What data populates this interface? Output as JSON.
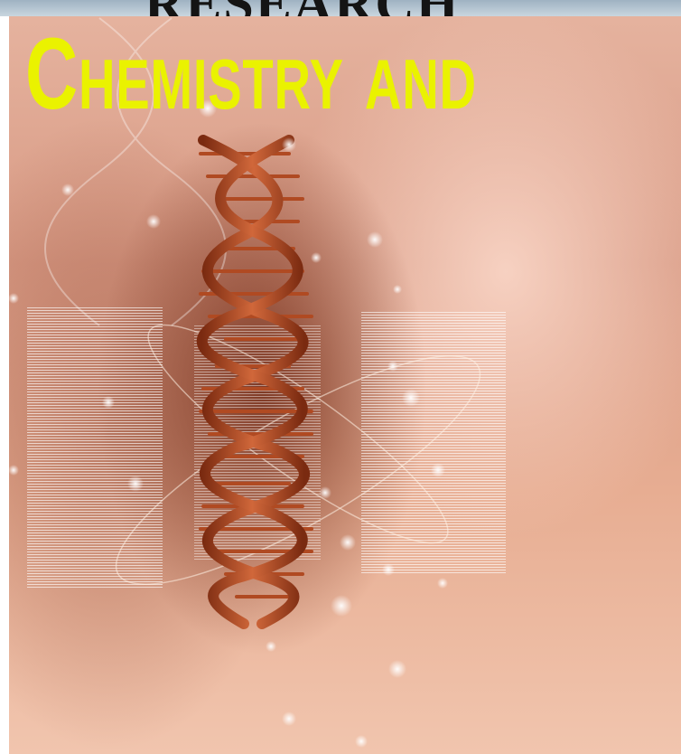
{
  "cover": {
    "top_title": "RESEARCH",
    "headline": "Chemistry and"
  },
  "colors": {
    "headline": "#eaf200",
    "helix": "#b04a22",
    "background": "#e2a990"
  },
  "icons": [
    "dna-helix-illustration"
  ]
}
